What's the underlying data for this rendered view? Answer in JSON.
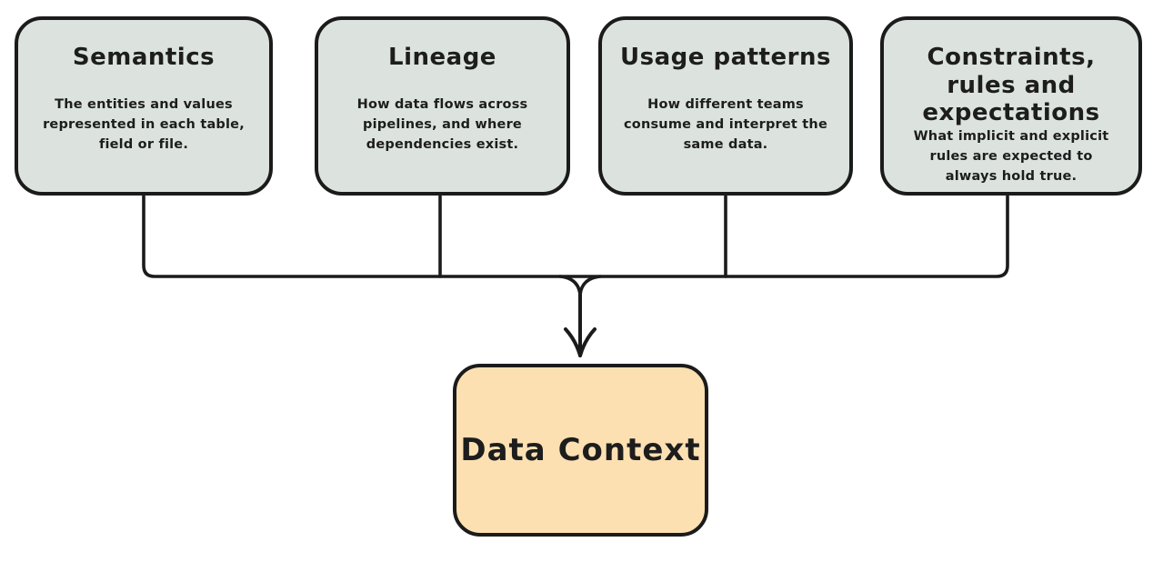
{
  "diagram": {
    "title": "Data context sources diagram",
    "colors": {
      "source_box_fill": "#dce3de",
      "target_box_fill": "#fde0b2",
      "stroke": "#1b1b1b",
      "text": "#1d1d1d",
      "background": "#ffffff"
    },
    "source_boxes": [
      {
        "title": "Semantics",
        "description": "The entities and values represented in each table, field or file."
      },
      {
        "title": "Lineage",
        "description": "How data flows across pipelines, and where dependencies exist."
      },
      {
        "title": "Usage patterns",
        "description": "How different teams consume and interpret the same data."
      },
      {
        "title": "Constraints, rules and expectations",
        "description": "What implicit and explicit rules are expected to always hold true."
      }
    ],
    "target_box": {
      "title": "Data Context"
    },
    "connector": {
      "type": "merge-arrow",
      "description": "All four source boxes merge into one arrow pointing to the target box"
    }
  }
}
